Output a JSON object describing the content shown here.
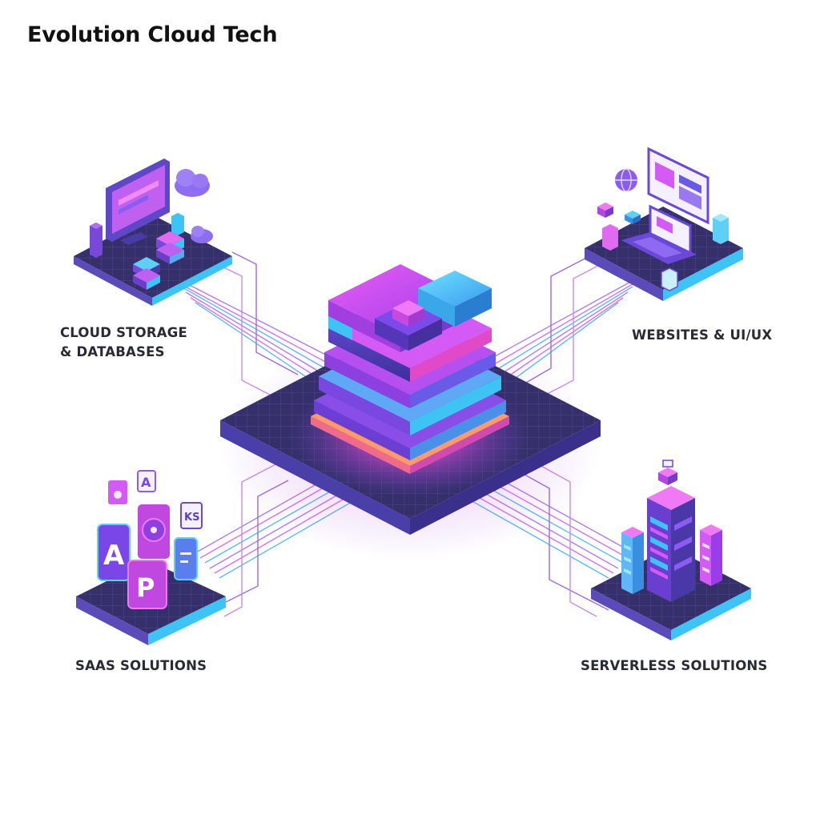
{
  "title": "Evolution Cloud Tech",
  "nodes": {
    "cloud_storage": {
      "line1": "CLOUD STORAGE",
      "line2": "& DATABASES"
    },
    "websites": {
      "label": "WEBSITES & UI/UX"
    },
    "saas": {
      "label": "SAAS SOLUTIONS",
      "icon_letters": [
        "A",
        "P"
      ]
    },
    "serverless": {
      "label": "SERVERLESS SOLUTIONS"
    }
  },
  "colors": {
    "platform": "#3b3672",
    "platform_side": "#5a4bb8",
    "magenta": "#c83cf0",
    "purple": "#7b46e8",
    "cyan": "#3fc8f5",
    "glow": "#ff8a5c",
    "connector": "#b07cf0"
  }
}
